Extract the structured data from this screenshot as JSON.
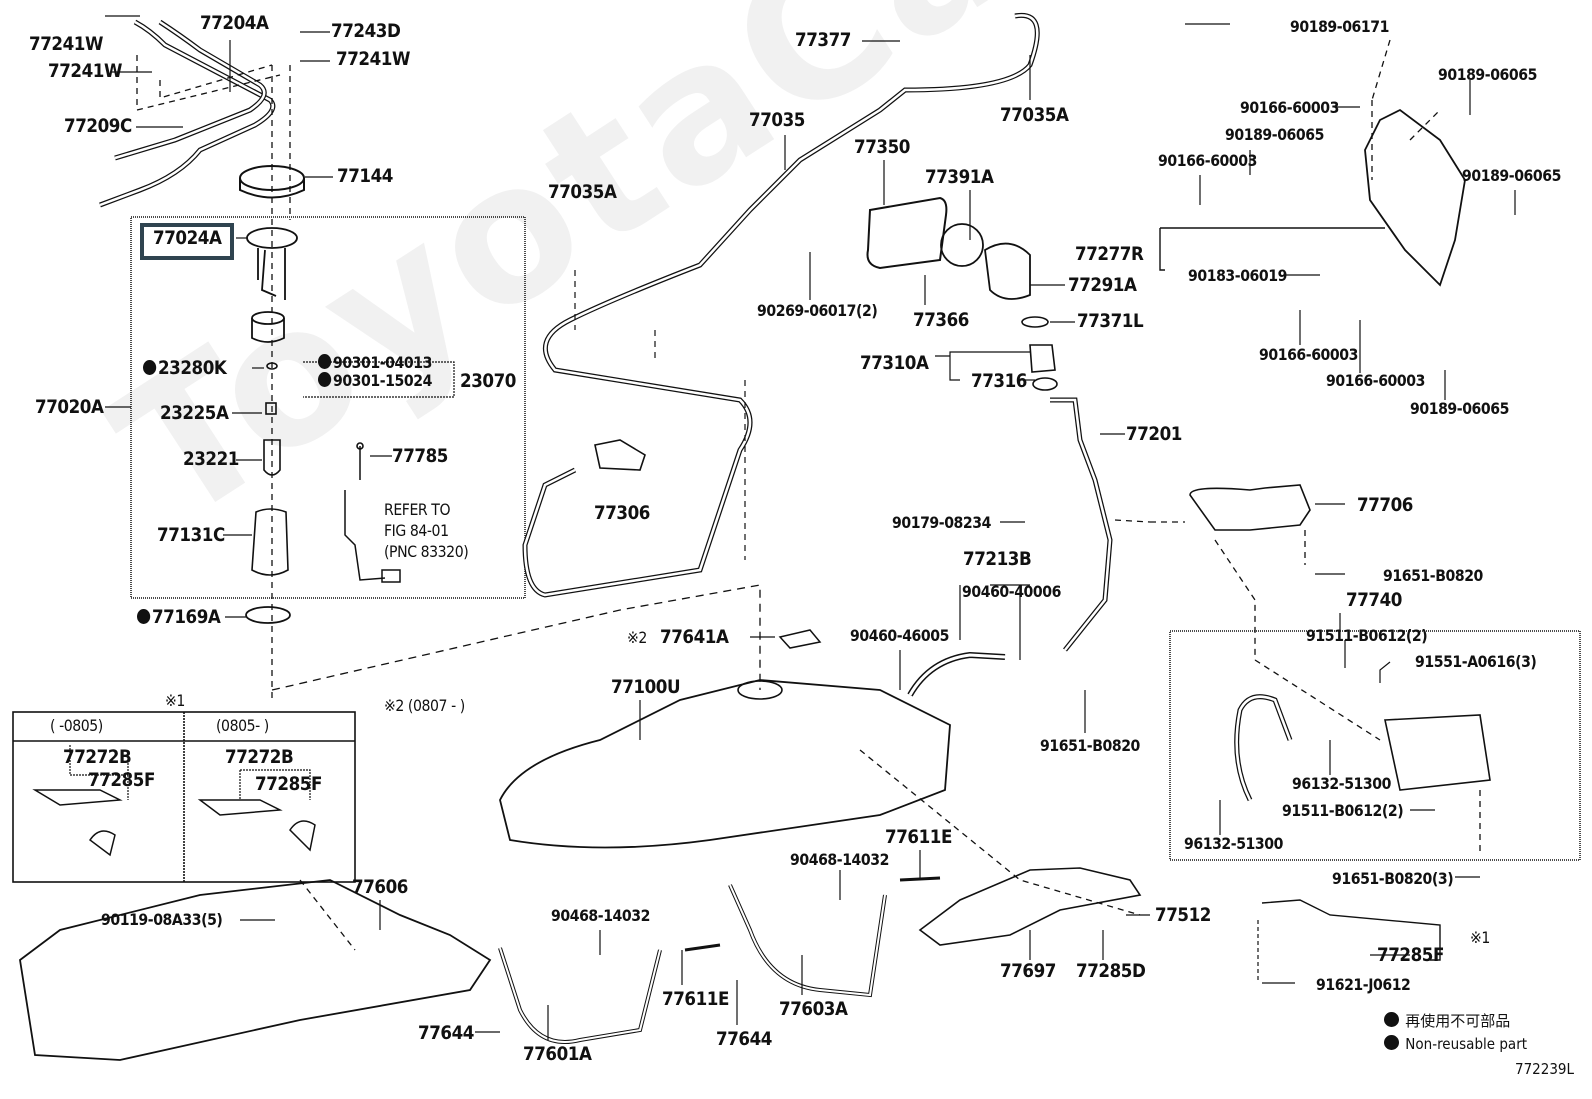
{
  "diagram": {
    "figure_id": "772239L",
    "watermark": "ToyotaCarMine.ru",
    "highlighted_part": "77024A",
    "legend": {
      "jp": "再使用不可部品",
      "en": "Non-reusable part"
    },
    "refer_note": [
      "REFER TO",
      "FIG 84-01",
      "(PNC 83320)"
    ],
    "inset_1": {
      "marker": "※1",
      "columns": [
        {
          "header": "(    -0805)",
          "labels": [
            "77272B",
            "77285F"
          ]
        },
        {
          "header": "(0805-    )",
          "labels": [
            "77272B",
            "77285F"
          ]
        }
      ]
    },
    "note_2": "※2 (0807 -      )",
    "note_2_marker": "※2",
    "labels": {
      "l77241W_a": "77241W",
      "l77241W_b": "77241W",
      "l77204A": "77204A",
      "l77243D": "77243D",
      "l77241W_c": "77241W",
      "l77209C": "77209C",
      "l77144": "77144",
      "l77024A": "77024A",
      "l23280K": "23280K",
      "l90301_04013": "90301-04013",
      "l90301_15024": "90301-15024",
      "l23070": "23070",
      "l77020A": "77020A",
      "l23225A": "23225A",
      "l23221": "23221",
      "l77785": "77785",
      "l77131C": "77131C",
      "l77169A": "77169A",
      "l77606": "77606",
      "l90119": "90119-08A33(5)",
      "l77644_a": "77644",
      "l77601A": "77601A",
      "l90468_a": "90468-14032",
      "l77611E_a": "77611E",
      "l77644_b": "77644",
      "l77603A": "77603A",
      "l90468_b": "90468-14032",
      "l77611E_b": "77611E",
      "l77697": "77697",
      "l77285D": "77285D",
      "l77512": "77512",
      "l77377": "77377",
      "l77035": "77035",
      "l77035A_a": "77035A",
      "l77035A_b": "77035A",
      "l77350": "77350",
      "l77391A": "77391A",
      "l90269": "90269-06017(2)",
      "l77366": "77366",
      "l77291A": "77291A",
      "l77371L": "77371L",
      "l77310A": "77310A",
      "l77316": "77316",
      "l77201": "77201",
      "l77306": "77306",
      "l90179": "90179-08234",
      "l77213B": "77213B",
      "l90460_40006": "90460-40006",
      "l90460_46005": "90460-46005",
      "l77641A": "77641A",
      "l77100U": "77100U",
      "l91651_a": "91651-B0820",
      "l90189_06171": "90189-06171",
      "l90189_06065_a": "90189-06065",
      "l90166_60003_a": "90166-60003",
      "l90189_06065_b": "90189-06065",
      "l90166_60003_b": "90166-60003",
      "l90189_06065_c": "90189-06065",
      "l77277R": "77277R",
      "l90183": "90183-06019",
      "l90166_60003_c": "90166-60003",
      "l90166_60003_d": "90166-60003",
      "l90189_06065_d": "90189-06065",
      "l77706": "77706",
      "l91651_b": "91651-B0820",
      "l77740": "77740",
      "l91511_a": "91511-B0612(2)",
      "l91551": "91551-A0616(3)",
      "l96132_a": "96132-51300",
      "l91511_b": "91511-B0612(2)",
      "l96132_b": "96132-51300",
      "l91651_c": "91651-B0820(3)",
      "l77285F": "77285F",
      "l91621": "91621-J0612",
      "l_ref1": "※1"
    }
  }
}
